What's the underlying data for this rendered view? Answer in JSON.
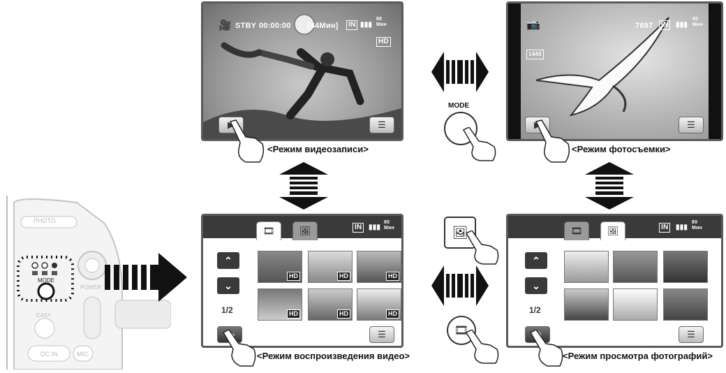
{
  "osd": {
    "stby": "STBY",
    "time": "00:00:00",
    "remaining": "[44Мин]",
    "in": "IN",
    "batt_num": "80",
    "batt_unit": "Мин",
    "hd": "HD",
    "photo_count": "7697",
    "photo_res": "1440"
  },
  "captions": {
    "video_rec": "<Режим видеозаписи>",
    "photo_shoot": "<Режим фотосъемки>",
    "video_play": "<Режим воспроизведения видео>",
    "photo_view": "<Режим просмотра фотографий>"
  },
  "mode_button": {
    "label": "MODE"
  },
  "camera_body": {
    "photo": "PHOTO",
    "mode": "MODE",
    "power": "POWER",
    "easy": "EASY",
    "dcin": "DC IN",
    "mic": "MIC"
  },
  "playback": {
    "page": "1/2",
    "hd": "HD"
  },
  "icons": {
    "video": "video-camera-icon",
    "photo": "photo-camera-icon",
    "menu": "menu-icon",
    "play": "play-icon",
    "up": "chevron-up-icon",
    "down": "chevron-down-icon"
  }
}
